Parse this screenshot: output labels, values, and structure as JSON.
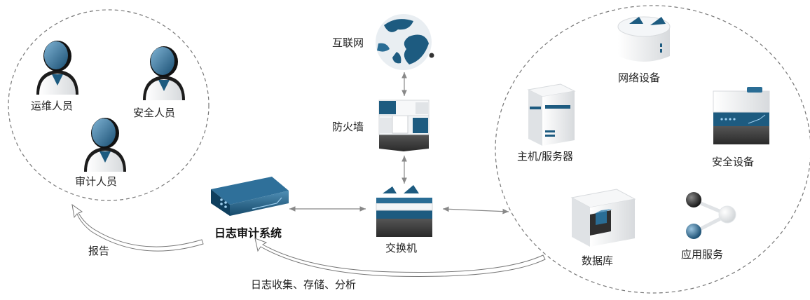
{
  "labels": {
    "ops": "运维人员",
    "security_staff": "安全人员",
    "auditor": "审计人员",
    "internet": "互联网",
    "firewall": "防火墙",
    "switch": "交换机",
    "log_audit": "日志审计系统",
    "network_device": "网络设备",
    "host_server": "主机/服务器",
    "security_device": "安全设备",
    "database": "数据库",
    "app_service": "应用服务",
    "report": "报告",
    "log_flow": "日志收集、存储、分析"
  },
  "colors": {
    "primary_blue": "#1d5b80",
    "dark_gray": "#3a3a3a",
    "connector_gray": "#888888",
    "dashed_border": "#777777"
  }
}
